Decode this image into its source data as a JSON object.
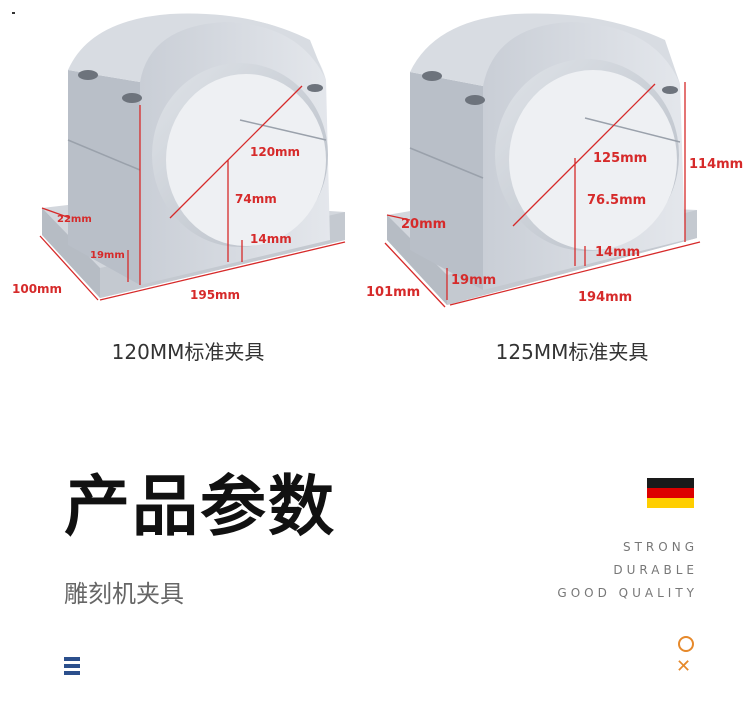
{
  "left_clamp": {
    "caption": "120MM标准夹具",
    "dims": {
      "bore": "120mm",
      "center_height": "74mm",
      "base_thickness": "14mm",
      "width": "195mm",
      "depth": "100mm",
      "flange_height": "19mm",
      "flange_width": "22mm"
    }
  },
  "right_clamp": {
    "caption": "125MM标准夹具",
    "dims": {
      "bore": "125mm",
      "center_height": "76.5mm",
      "total_height": "114mm",
      "base_thickness": "14mm",
      "width": "194mm",
      "depth": "101mm",
      "flange_height": "19mm",
      "flange_width": "20mm"
    }
  },
  "section": {
    "title": "产品参数",
    "subtitle": "雕刻机夹具"
  },
  "tagline": {
    "line1": "STRONG",
    "line2": "DURABLE",
    "line3": "GOOD QUALITY"
  },
  "flag_colors": [
    "#1a1a1a",
    "#dd0000",
    "#ffce00"
  ],
  "accent_color": "#e6892b",
  "menu_color": "#2b4f8c"
}
